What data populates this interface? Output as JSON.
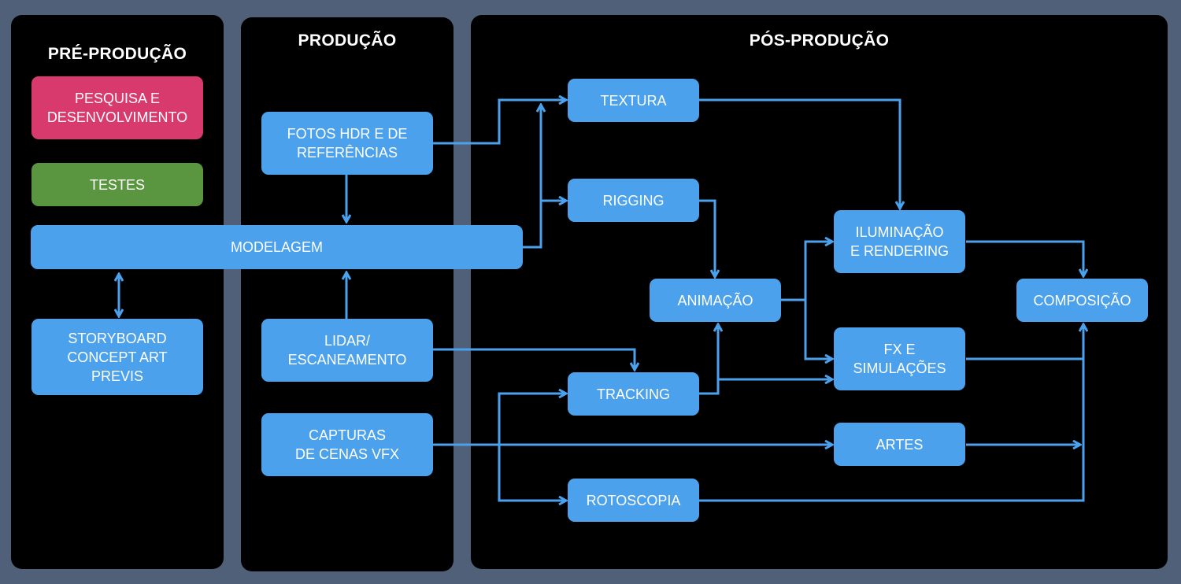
{
  "columns": {
    "pre": "PRÉ-PRODUÇÃO",
    "prod": "PRODUÇÃO",
    "post": "PÓS-PRODUÇÃO"
  },
  "nodes": {
    "pesquisa": "PESQUISA E\nDESENVOLVIMENTO",
    "testes": "TESTES",
    "modelagem": "MODELAGEM",
    "storyboard": "STORYBOARD\nCONCEPT ART\nPREVIS",
    "fotos": "FOTOS HDR E DE\nREFERÊNCIAS",
    "lidar": "LIDAR/\nESCANEAMENTO",
    "capturas": "CAPTURAS\nDE CENAS VFX",
    "textura": "TEXTURA",
    "rigging": "RIGGING",
    "animacao": "ANIMAÇÃO",
    "tracking": "TRACKING",
    "rotoscopia": "ROTOSCOPIA",
    "iluminacao": "ILUMINAÇÃO\nE RENDERING",
    "fx": "FX E\nSIMULAÇÕES",
    "artes": "ARTES",
    "composicao": "COMPOSIÇÃO"
  },
  "colors": {
    "background": "#4f6078",
    "panel": "#000000",
    "node_blue": "#4ba1ec",
    "node_pink": "#d93a6e",
    "node_green": "#5a963f",
    "arrow": "#4ba1ec"
  }
}
